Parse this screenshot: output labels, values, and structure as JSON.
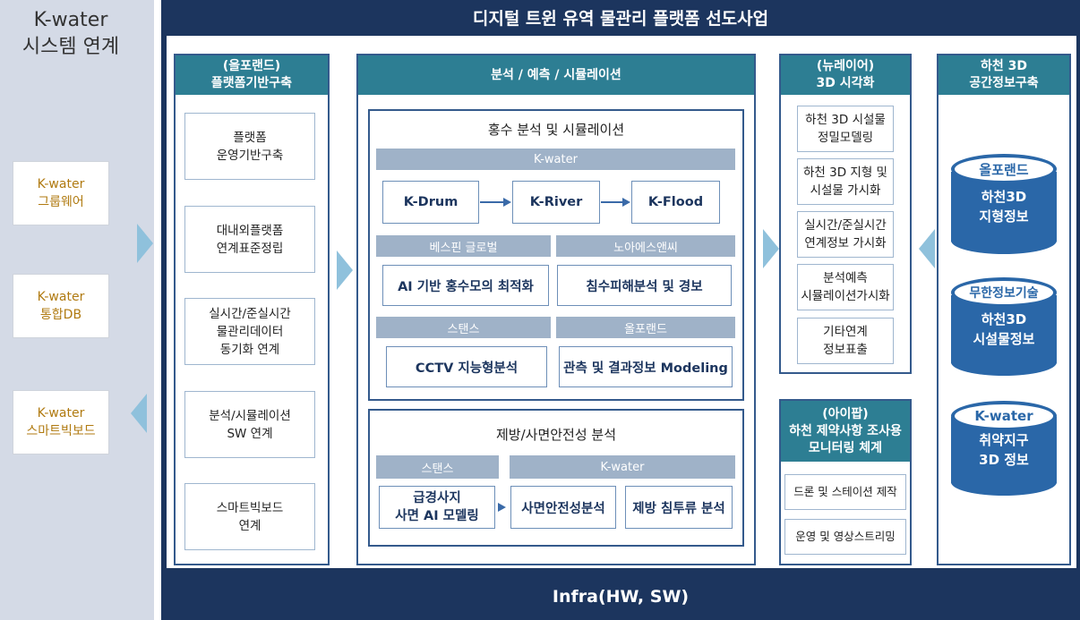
{
  "left": {
    "title": "K-water\n시스템 연계",
    "boxes": [
      "K-water\n그룹웨어",
      "K-water\n통합DB",
      "K-water\n스마트빅보드"
    ]
  },
  "title": "디지털 트윈 유역 물관리 플랫폼 선도사업",
  "infra": "Infra(HW, SW)",
  "panel1": {
    "header": "(올포랜드)\n플랫폼기반구축",
    "items": [
      "플랫폼\n운영기반구축",
      "대내외플랫폼\n연계표준정립",
      "실시간/준실시간\n물관리데이터\n동기화 연계",
      "분석/시뮬레이션\nSW 연계",
      "스마트빅보드\n연계"
    ]
  },
  "panel2": {
    "header": "분석 / 예측 / 시뮬레이션",
    "flood": {
      "title": "홍수 분석 및 시뮬레이션",
      "kwater_label": "K-water",
      "models": [
        "K-Drum",
        "K-River",
        "K-Flood"
      ],
      "label_bestpin": "베스핀 글로벌",
      "label_noa": "노아에스앤씨",
      "ai_box": "AI 기반 홍수모의 최적화",
      "damage_box": "침수피해분석 및 경보",
      "label_stance": "스탠스",
      "label_allforland": "올포랜드",
      "cctv_box": "CCTV 지능형분석",
      "modeling_box": "관측 및 결과정보 Modeling"
    },
    "levee": {
      "title": "제방/사면안전성 분석",
      "label_stance": "스탠스",
      "label_kwater": "K-water",
      "box1": "급경사지\n사면 AI 모델링",
      "box2": "사면안전성분석",
      "box3": "제방 침투류 분석"
    }
  },
  "panel3": {
    "header": "(뉴레이어)\n3D 시각화",
    "items": [
      "하천 3D 시설물\n정밀모델링",
      "하천 3D 지형 및\n시설물 가시화",
      "실시간/준실시간\n연계정보 가시화",
      "분석예측\n시뮬레이션가시화",
      "기타연계\n정보표출"
    ]
  },
  "panel4": {
    "header": "(아이팝)\n하천 제약사항 조사용\n모니터링 체계",
    "items": [
      "드론 및 스테이션 제작",
      "운영 및 영상스트리밍"
    ]
  },
  "panel5": {
    "header": "하천 3D\n공간정보구축",
    "cylinders": [
      {
        "top": "올포랜드",
        "body": "하천3D\n지형정보"
      },
      {
        "top": "무한정보기술",
        "body": "하천3D\n시설물정보"
      },
      {
        "top": "K-water",
        "body": "취약지구\n3D 정보"
      }
    ]
  },
  "colors": {
    "navy": "#1c355e",
    "teal_header": "#2d7e93",
    "label_bar": "#9fb2c8",
    "cylinder_blue": "#2a67a8",
    "left_band": "#d4dae6",
    "arrow": "#8fc1dc",
    "left_text": "#b07a10"
  }
}
